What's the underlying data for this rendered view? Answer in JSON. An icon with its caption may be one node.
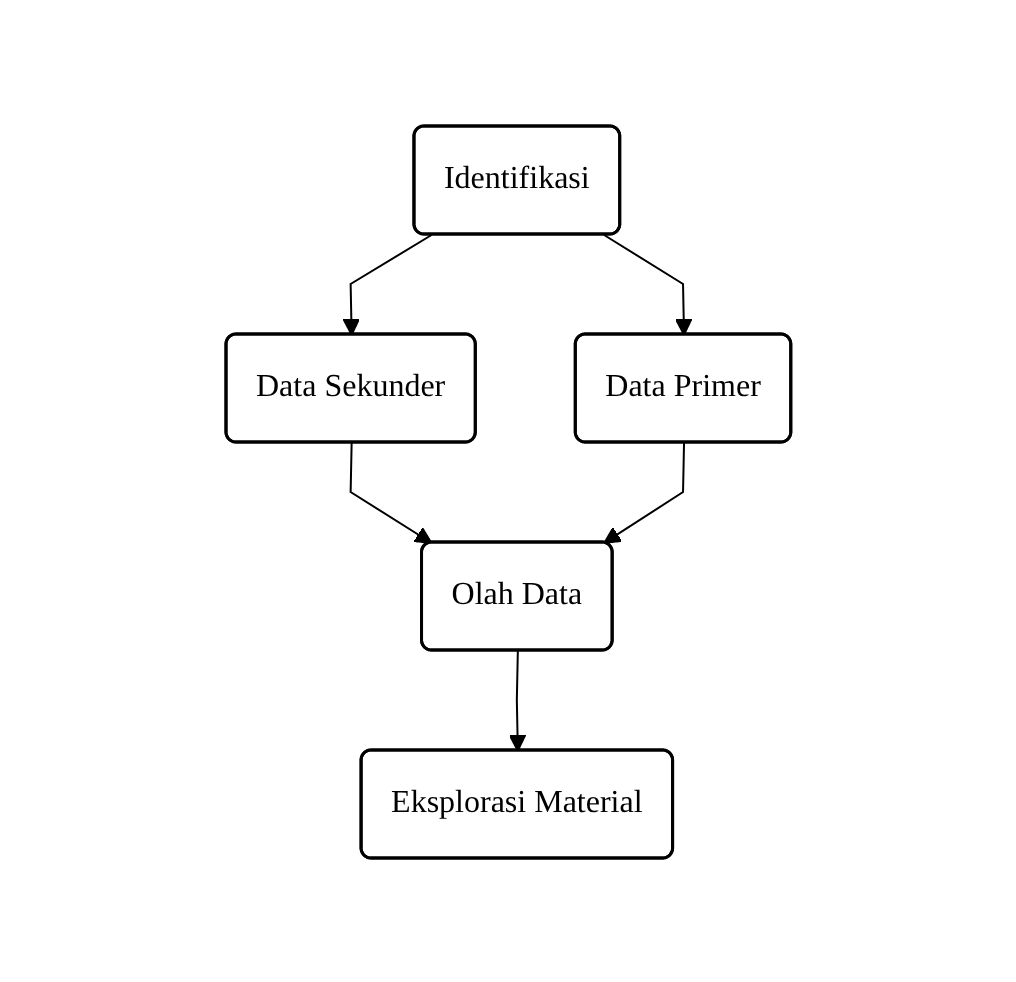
{
  "diagram": {
    "nodes": [
      {
        "text": [
          "Identifikasi"
        ]
      },
      {
        "text": [
          "Data Sekunder"
        ]
      },
      {
        "text": [
          "Data Primer"
        ]
      },
      {
        "text": [
          "Olah Data"
        ]
      },
      {
        "text": [
          "Eksplorasi Material"
        ]
      }
    ],
    "edges": [
      {
        "from": 0,
        "to": 1,
        "arrow": "to"
      },
      {
        "from": 0,
        "to": 2,
        "arrow": "to"
      },
      {
        "from": 1,
        "to": 3,
        "arrow": "to"
      },
      {
        "from": 2,
        "to": 3,
        "arrow": "to"
      },
      {
        "from": 3,
        "to": 4,
        "arrow": "to"
      }
    ]
  }
}
